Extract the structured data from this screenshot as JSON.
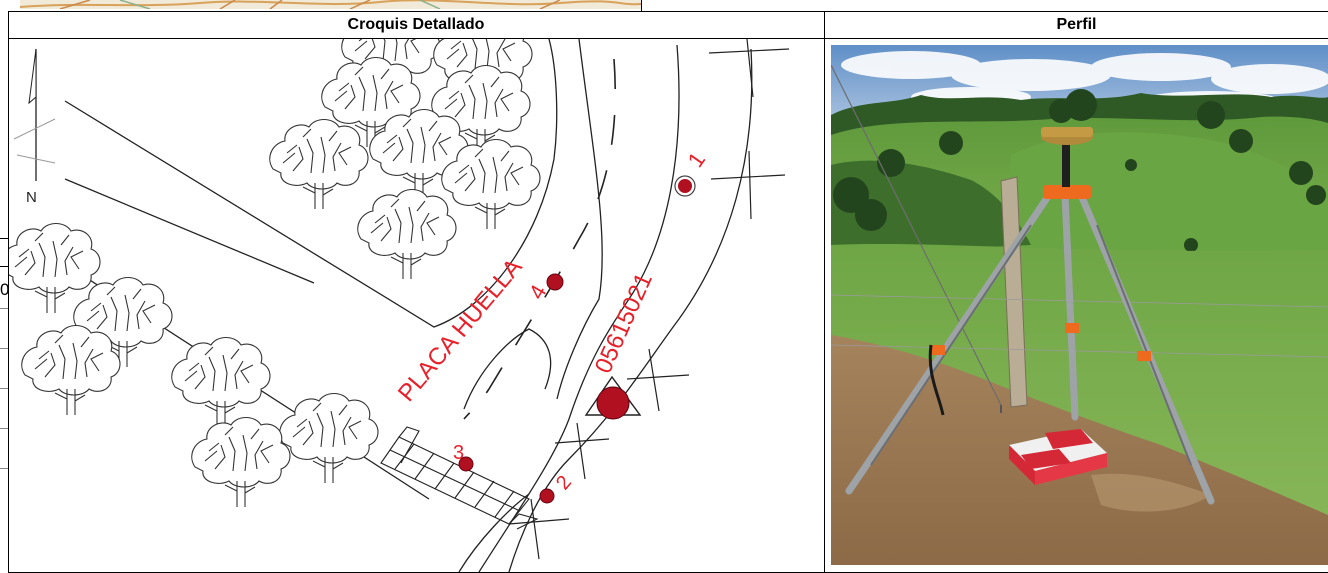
{
  "table": {
    "headers": {
      "sketch": "Croquis Detallado",
      "profile": "Perfil"
    }
  },
  "sketch": {
    "north_label": "N",
    "street_label": "PLACA HUELLA",
    "station_code": "05615021",
    "points": [
      "1",
      "2",
      "3",
      "4"
    ],
    "left_fragment_char": "0"
  },
  "colors": {
    "annotation_red": "#e8202a",
    "marker_fill": "#b01020",
    "line": "#222222"
  },
  "photo": {
    "subject": "gnss-tripod-over-survey-monument"
  }
}
